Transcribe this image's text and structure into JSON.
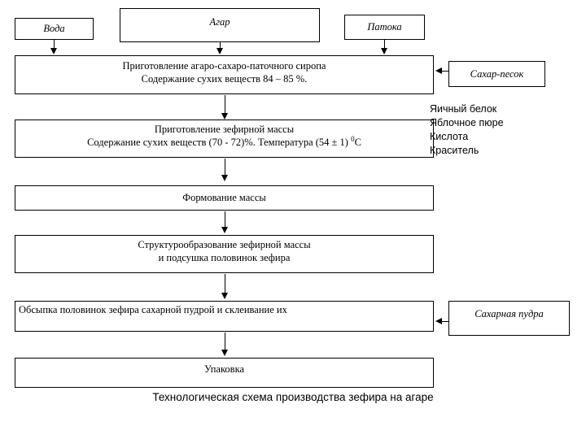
{
  "diagram": {
    "inputs": {
      "voda": "Вода",
      "agar": "Агар",
      "patoka": "Патока",
      "sahar_pesok": "Сахар-песок",
      "saharnaya_pudra": "Сахарная пудра"
    },
    "steps": {
      "sirop": {
        "line1": "Приготовление агаро-сахаро-паточного сиропа",
        "line2": "Содержание сухих веществ 84 – 85 %."
      },
      "massa": {
        "line1": "Приготовление зефирной массы",
        "line2_pre": "Содержание сухих веществ (70 - 72)%. Температура (54 ± 1) ",
        "line2_sup": "0",
        "line2_post": "С"
      },
      "formovanie": {
        "line1": "Формование массы"
      },
      "struktura": {
        "line1": "Структурообразование зефирной массы",
        "line2": "и подсушка половинок зефира"
      },
      "obsypka": {
        "line1": "Обсыпка половинок зефира сахарной пудрой и склеивание их"
      },
      "upakovka": {
        "line1": "Упаковка"
      }
    },
    "side_ingredients": [
      "Яичный белок",
      "Яблочное пюре",
      "Кислота",
      "Краситель"
    ],
    "caption": "Технологическая схема производства зефира на агаре"
  }
}
